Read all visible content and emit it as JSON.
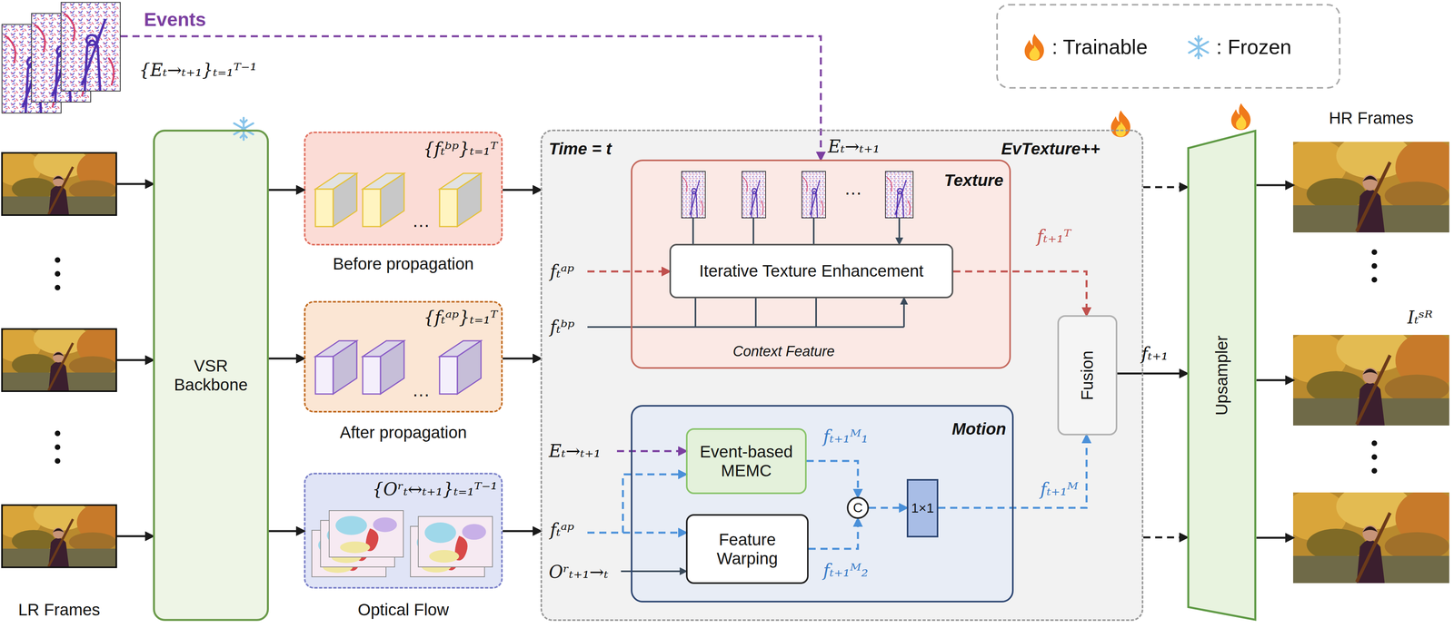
{
  "diagram": {
    "nodes": [
      {
        "text": [
          "Events",
          "{Eₜ→ₜ₊₁}ₜ₌₁ᵀ⁻¹"
        ]
      },
      {
        "text": [
          "LR Frames"
        ]
      },
      {
        "text": [
          "VSR Backbone"
        ]
      },
      {
        "text": [
          "{fₜᵇᵖ}ₜ₌₁ᵀ",
          "Before propagation"
        ]
      },
      {
        "text": [
          "{fₜᵃᵖ}ₜ₌₁ᵀ",
          "After propagation"
        ]
      },
      {
        "text": [
          "{Oʳₜ↔ₜ₊₁}ₜ₌₁ᵀ⁻¹",
          "Optical Flow"
        ]
      },
      {
        "text": [
          "Time = t",
          "EvTexture++"
        ]
      },
      {
        "text": [
          "Texture"
        ],
        "in": 6
      },
      {
        "text": [
          "Iterative Texture Enhancement"
        ],
        "in": 7
      },
      {
        "text": [
          "Motion"
        ],
        "in": 6
      },
      {
        "text": [
          "Event-based MEMC"
        ],
        "in": 9
      },
      {
        "text": [
          "Feature Warping"
        ],
        "in": 9
      },
      {
        "text": [
          "C"
        ],
        "in": 9
      },
      {
        "text": [
          "1×1"
        ],
        "in": 9
      },
      {
        "text": [
          "Fusion"
        ],
        "in": 6
      },
      {
        "text": [
          "Upsampler"
        ]
      },
      {
        "text": [
          "HR Frames"
        ]
      }
    ],
    "edges": [
      {
        "from": 1,
        "to": 2,
        "arrow": "to"
      },
      {
        "from": 1,
        "to": 2,
        "arrow": "to"
      },
      {
        "from": 1,
        "to": 2,
        "arrow": "to"
      },
      {
        "from": 2,
        "to": 3,
        "arrow": "to"
      },
      {
        "from": 2,
        "to": 4,
        "arrow": "to"
      },
      {
        "from": 2,
        "to": 5,
        "arrow": "to"
      },
      {
        "from": 3,
        "to": 6,
        "arrow": "to"
      },
      {
        "from": 4,
        "to": 6,
        "arrow": "to"
      },
      {
        "from": 5,
        "to": 6,
        "arrow": "to"
      },
      {
        "from": 0,
        "to": 7,
        "arrow": "to"
      },
      {
        "from": 8,
        "to": 14,
        "arrow": "to"
      },
      {
        "from": 10,
        "to": 12,
        "arrow": "to"
      },
      {
        "from": 11,
        "to": 12,
        "arrow": "to"
      },
      {
        "from": 12,
        "to": 13,
        "arrow": "to"
      },
      {
        "from": 13,
        "to": 14,
        "arrow": "to"
      },
      {
        "from": 14,
        "to": 15,
        "arrow": "to"
      },
      {
        "from": 6,
        "to": 15,
        "arrow": "to"
      },
      {
        "from": 6,
        "to": 15,
        "arrow": "to"
      },
      {
        "from": 15,
        "to": 16,
        "arrow": "to"
      },
      {
        "from": 15,
        "to": 16,
        "arrow": "to"
      },
      {
        "from": 15,
        "to": 16,
        "arrow": "to"
      }
    ],
    "labels": [
      "Eₜ→ₜ₊₁",
      "fₜᵃᵖ",
      "fₜᵇᵖ",
      "Context Feature",
      "…",
      "fₜ₊₁ᵀ",
      "Eₜ→ₜ₊₁",
      "fₜᵃᵖ",
      "Oʳₜ₊₁→ₜ",
      "fₜ₊₁ᴹ₁",
      "fₜ₊₁ᴹ₂",
      "fₜ₊₁ᴹ",
      "fₜ₊₁",
      "Iₜˢᴿ",
      "…",
      "…"
    ],
    "legend": [
      {
        "text": ": Trainable"
      },
      {
        "text": ": Frozen"
      }
    ]
  }
}
